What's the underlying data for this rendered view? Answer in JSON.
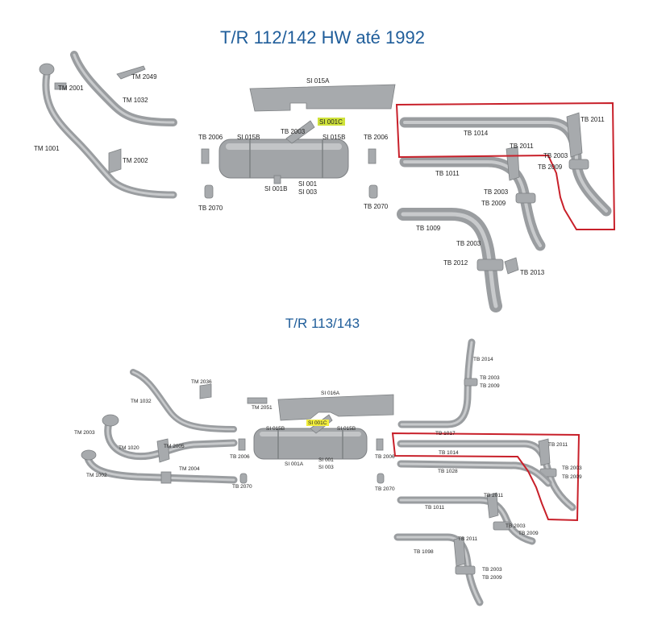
{
  "titles": {
    "top": "T/R 112/142 HW até 1992",
    "bottom": "T/R 113/143"
  },
  "colors": {
    "title": "#1f5d9a",
    "highlight_box": "#c8202a",
    "highlight_label": "#cfe23a",
    "pipe": "#9a9da0"
  },
  "labels": {
    "top": {
      "tm2049": "TM 2049",
      "tm2001": "TM 2001",
      "tm1032": "TM 1032",
      "tm1001": "TM 1001",
      "tm2002": "TM 2002",
      "si015a": "SI 015A",
      "si001c": "SI 001C",
      "tb2003_m": "TB 2003",
      "tb2006_l": "TB 2006",
      "si015b_l": "SI 015B",
      "si015b_r": "SI 015B",
      "tb2006_r": "TB 2006",
      "si001b": "SI 001B",
      "si001": "SI 001",
      "si003": "SI 003",
      "tb2070_l": "TB 2070",
      "tb2070_r": "TB 2070",
      "tb1014": "TB 1014",
      "tb2011_a": "TB 2011",
      "tb2011_b": "TB 2011",
      "tb2003_a": "TB 2003",
      "tb2009_a": "TB 2009",
      "tb1011": "TB 1011",
      "tb2003_b": "TB 2003",
      "tb2009_b": "TB 2009",
      "tb1009": "TB 1009",
      "tb2003_c": "TB 2003",
      "tb2012": "TB 2012",
      "tb2013": "TB 2013"
    },
    "bottom": {
      "tm2036": "TM 2036",
      "tm1032": "TM 1032",
      "tm2051": "TM 2051",
      "si016a": "SI 016A",
      "tm2003": "TM 2003",
      "tm1020": "TM 1020",
      "tm2005": "TM 2005",
      "tm2004": "TM 2004",
      "tm1002": "TM 1002",
      "tb2006_l": "TB 2006",
      "tb2070_l": "TB 2070",
      "si015b_l": "SI 015B",
      "si001c": "SI 001C",
      "si015b_r": "SI 015B",
      "si001a": "SI 001A",
      "si001": "SI 001",
      "si003": "SI 003",
      "tb2006_r": "TB 2006",
      "tb2070_r": "TB 2070",
      "tb2014": "TB 2014",
      "tb2003_a": "TB 2003",
      "tb2009_a": "TB 2009",
      "tb1017": "TB 1017",
      "tb1014": "TB 1014",
      "tb2011_a": "TB 2011",
      "tb2003_b": "TB 2003",
      "tb2009_b": "TB 2009",
      "tb1028": "TB 1028",
      "tb2011_b": "TB 2011",
      "tb1011": "TB 1011",
      "tb2003_c": "TB 2003",
      "tb2009_c": "TB 2009",
      "tb2011_c": "TB 2011",
      "tb1098": "TB 1098",
      "tb2003_d": "TB 2003",
      "tb2009_d": "TB 2009"
    }
  }
}
